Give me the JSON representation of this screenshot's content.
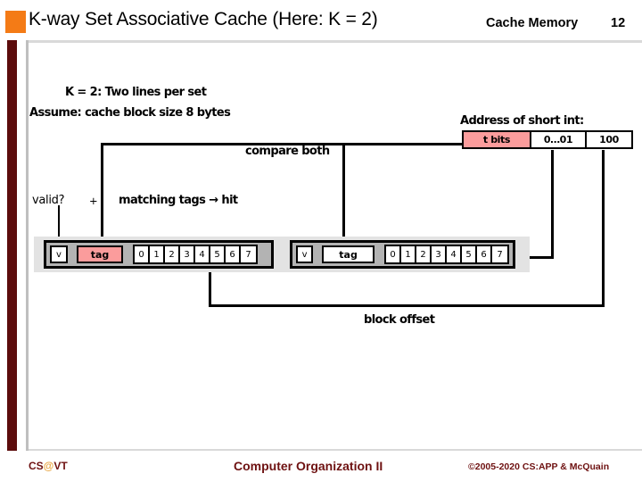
{
  "slide": {
    "title": "K-way Set Associative Cache (Here: K = 2)",
    "deck_name": "Cache Memory",
    "number": "12"
  },
  "notes": {
    "k_line": "K = 2: Two lines per set",
    "assume_line": "Assume: cache block size 8 bytes",
    "compare_both": "compare both",
    "valid": "valid?",
    "plus": "+",
    "matching_tags": "matching tags → hit",
    "block_offset": "block offset",
    "address_caption": "Address of short int:"
  },
  "address": {
    "cells": [
      {
        "label": "t bits",
        "kind": "tag-bits"
      },
      {
        "label": "0…01",
        "kind": "set-index"
      },
      {
        "label": "100",
        "kind": "block-offset"
      }
    ]
  },
  "cache_set": {
    "lines": [
      {
        "valid": "v",
        "tag": "tag",
        "tag_highlight": true,
        "bytes": [
          "0",
          "1",
          "2",
          "3",
          "4",
          "5",
          "6",
          "7"
        ]
      },
      {
        "valid": "v",
        "tag": "tag",
        "tag_highlight": false,
        "bytes": [
          "0",
          "1",
          "2",
          "3",
          "4",
          "5",
          "6",
          "7"
        ]
      }
    ]
  },
  "footer": {
    "org_prefix": "CS",
    "org_at": "@",
    "org_suffix": "VT",
    "course": "Computer Organization II",
    "copyright": "©2005-2020 CS:APP & McQuain"
  },
  "colors": {
    "accent_orange": "#F47B16",
    "accent_maroon": "#5C0C0C",
    "highlight_pink": "#FB9C9C",
    "footer_text": "#6E1111",
    "set_backdrop": "#E3E3E3",
    "line_fill": "#B3B3B3"
  }
}
